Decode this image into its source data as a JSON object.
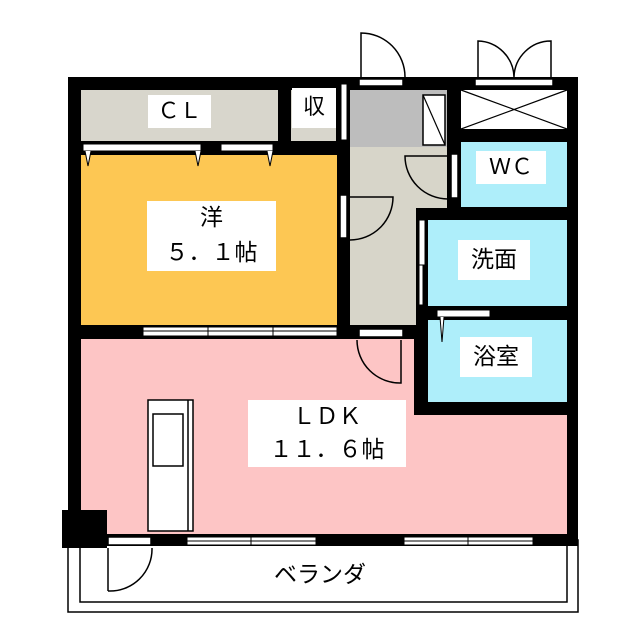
{
  "rooms": {
    "closet": {
      "label": "ＣＬ"
    },
    "storage": {
      "label": "収"
    },
    "wc": {
      "label": "ＷＣ"
    },
    "western_room": {
      "label": "洋",
      "size": "５．１帖"
    },
    "washroom": {
      "label": "洗面"
    },
    "bathroom": {
      "label": "浴室"
    },
    "ldk": {
      "label": "ＬＤＫ",
      "size": "１１．６帖"
    },
    "balcony": {
      "label": "ベランダ"
    }
  },
  "colors": {
    "wall": "#000000",
    "western_room": "#fdc753",
    "ldk": "#fdc5c5",
    "wet_area": "#aeeefa",
    "hall": "#d7d5c9",
    "entrance": "#bdbdbd",
    "closet": "#d8d6cc"
  }
}
